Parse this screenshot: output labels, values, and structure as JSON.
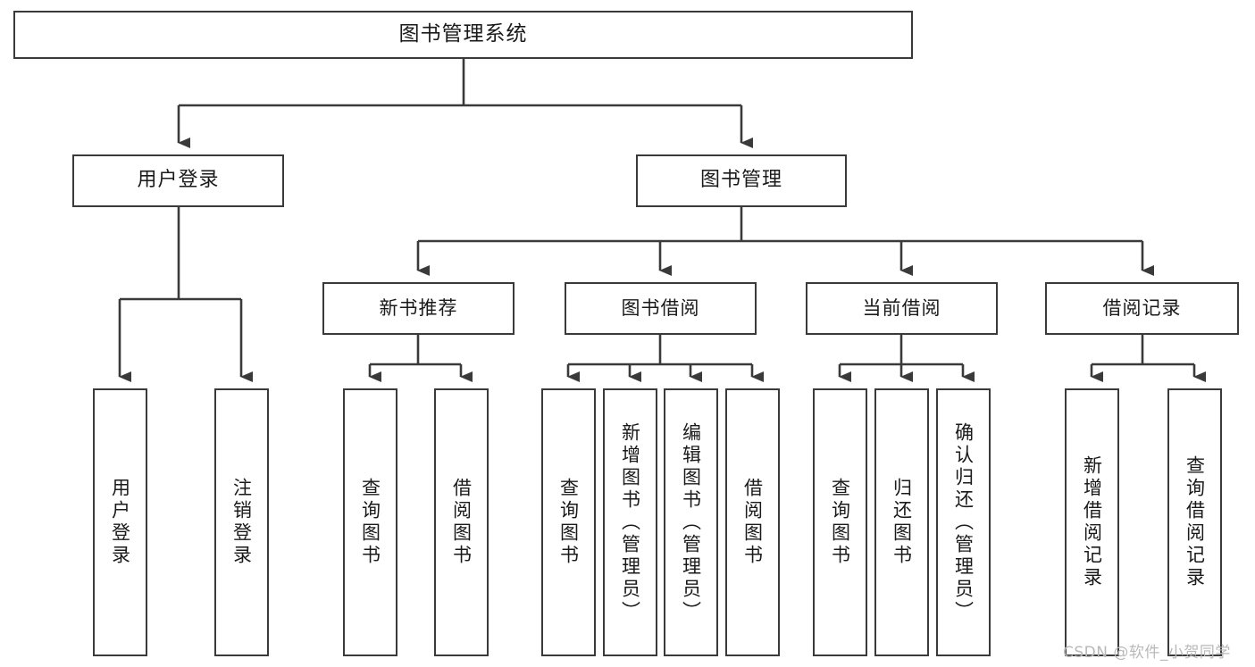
{
  "diagram": {
    "title": "图书管理系统",
    "type": "tree-hierarchy-chart",
    "line_color": "#3a3a3a",
    "box_fill": "#ffffff",
    "text_color": "#1a1a1a",
    "root": {
      "id": "root",
      "label": "图书管理系统"
    },
    "level1": [
      {
        "id": "user-login",
        "label": "用户登录"
      },
      {
        "id": "book-manage",
        "label": "图书管理"
      }
    ],
    "level2": [
      {
        "id": "new-book-recommend",
        "label": "新书推荐",
        "parent": "book-manage"
      },
      {
        "id": "book-borrow",
        "label": "图书借阅",
        "parent": "book-manage"
      },
      {
        "id": "current-borrow",
        "label": "当前借阅",
        "parent": "book-manage"
      },
      {
        "id": "borrow-record",
        "label": "借阅记录",
        "parent": "book-manage"
      }
    ],
    "leaves": [
      {
        "id": "leaf-user-login",
        "label": "用户登录",
        "parent": "user-login"
      },
      {
        "id": "leaf-logout-login",
        "label": "注销登录",
        "parent": "user-login"
      },
      {
        "id": "leaf-query-book-1",
        "label": "查询图书",
        "parent": "new-book-recommend"
      },
      {
        "id": "leaf-borrow-book-1",
        "label": "借阅图书",
        "parent": "new-book-recommend"
      },
      {
        "id": "leaf-query-book-2",
        "label": "查询图书",
        "parent": "book-borrow"
      },
      {
        "id": "leaf-add-book",
        "label": "新增图书（管理员）",
        "parent": "book-borrow"
      },
      {
        "id": "leaf-edit-book",
        "label": "编辑图书（管理员）",
        "parent": "book-borrow"
      },
      {
        "id": "leaf-borrow-book-2",
        "label": "借阅图书",
        "parent": "book-borrow"
      },
      {
        "id": "leaf-query-book-3",
        "label": "查询图书",
        "parent": "current-borrow"
      },
      {
        "id": "leaf-return-book",
        "label": "归还图书",
        "parent": "current-borrow"
      },
      {
        "id": "leaf-confirm-return",
        "label": "确认归还（管理员）",
        "parent": "current-borrow"
      },
      {
        "id": "leaf-add-record",
        "label": "新增借阅记录",
        "parent": "borrow-record"
      },
      {
        "id": "leaf-query-record",
        "label": "查询借阅记录",
        "parent": "borrow-record"
      }
    ]
  },
  "watermark": {
    "text": "CSDN @软件_小贺同学"
  }
}
